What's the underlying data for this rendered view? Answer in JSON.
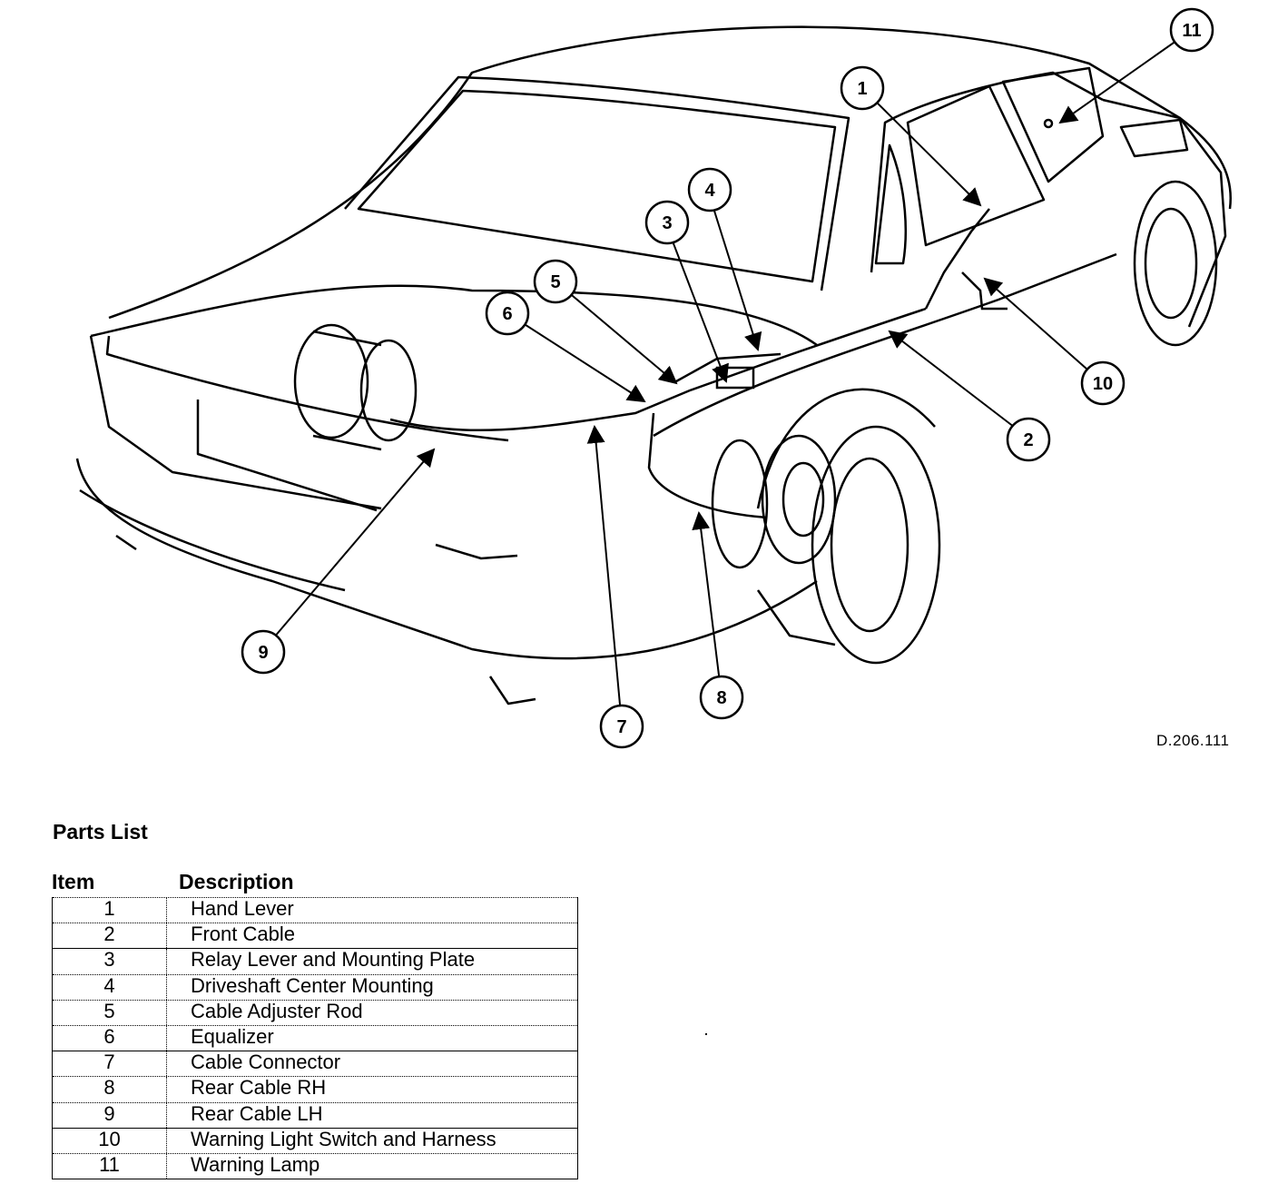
{
  "diagram": {
    "drawing_code": "D.206.111",
    "callouts": [
      "1",
      "2",
      "3",
      "4",
      "5",
      "6",
      "7",
      "8",
      "9",
      "10",
      "11"
    ]
  },
  "parts_list": {
    "title": "Parts List",
    "header_item": "Item",
    "header_description": "Description",
    "rows": [
      {
        "item": "1",
        "description": "Hand Lever"
      },
      {
        "item": "2",
        "description": "Front Cable"
      },
      {
        "item": "3",
        "description": "Relay Lever and Mounting Plate"
      },
      {
        "item": "4",
        "description": "Driveshaft Center Mounting"
      },
      {
        "item": "5",
        "description": "Cable Adjuster Rod"
      },
      {
        "item": "6",
        "description": "Equalizer"
      },
      {
        "item": "7",
        "description": "Cable Connector"
      },
      {
        "item": "8",
        "description": "Rear Cable RH"
      },
      {
        "item": "9",
        "description": "Rear Cable LH"
      },
      {
        "item": "10",
        "description": "Warning Light Switch and Harness"
      },
      {
        "item": "11",
        "description": "Warning Lamp"
      }
    ]
  }
}
